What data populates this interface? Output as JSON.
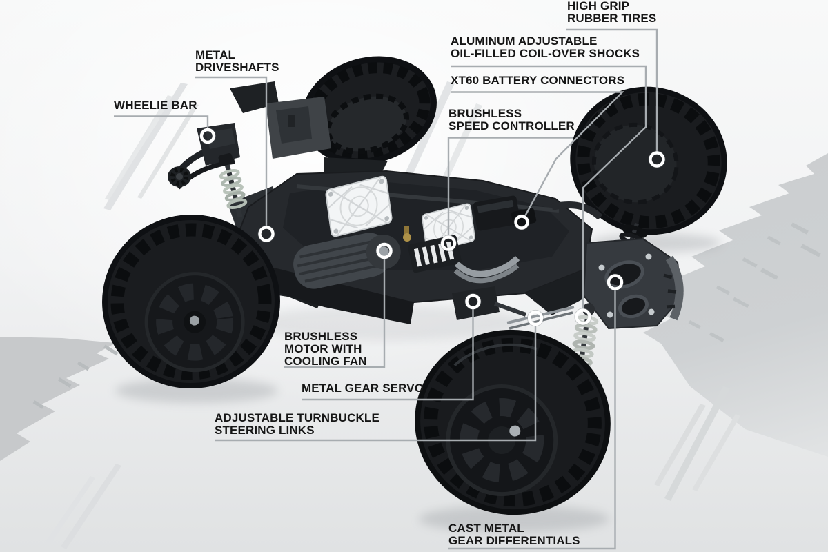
{
  "figure": {
    "subject": "RC monster truck chassis feature diagram",
    "style": {
      "label_color": "#161616",
      "leader_line_color": "#a7acb0",
      "marker_ring_color": "#ffffff",
      "background_top": "#f8f9f9",
      "background_bottom": "#e0e2e3",
      "tire_color": "#1a1c1f",
      "chassis_color": "#26292d"
    }
  },
  "callouts": [
    {
      "id": "wheelie-bar",
      "label": "WHEELIE BAR"
    },
    {
      "id": "metal-driveshafts",
      "label": "METAL\nDRIVESHAFTS"
    },
    {
      "id": "high-grip-rubber-tires",
      "label": "HIGH GRIP\nRUBBER TIRES"
    },
    {
      "id": "aluminum-oil-filled-shocks",
      "label": "ALUMINUM ADJUSTABLE\nOIL-FILLED COIL-OVER SHOCKS"
    },
    {
      "id": "xt60-battery-connectors",
      "label": "XT60 BATTERY CONNECTORS"
    },
    {
      "id": "brushless-speed-controller",
      "label": "BRUSHLESS\nSPEED CONTROLLER"
    },
    {
      "id": "brushless-motor-cooling-fan",
      "label": "BRUSHLESS\nMOTOR WITH\nCOOLING FAN"
    },
    {
      "id": "metal-gear-servo",
      "label": "METAL GEAR SERVO"
    },
    {
      "id": "turnbuckle-steering-links",
      "label": "ADJUSTABLE TURNBUCKLE\nSTEERING LINKS"
    },
    {
      "id": "cast-metal-gear-differentials",
      "label": "CAST METAL\nGEAR DIFFERENTIALS"
    }
  ]
}
